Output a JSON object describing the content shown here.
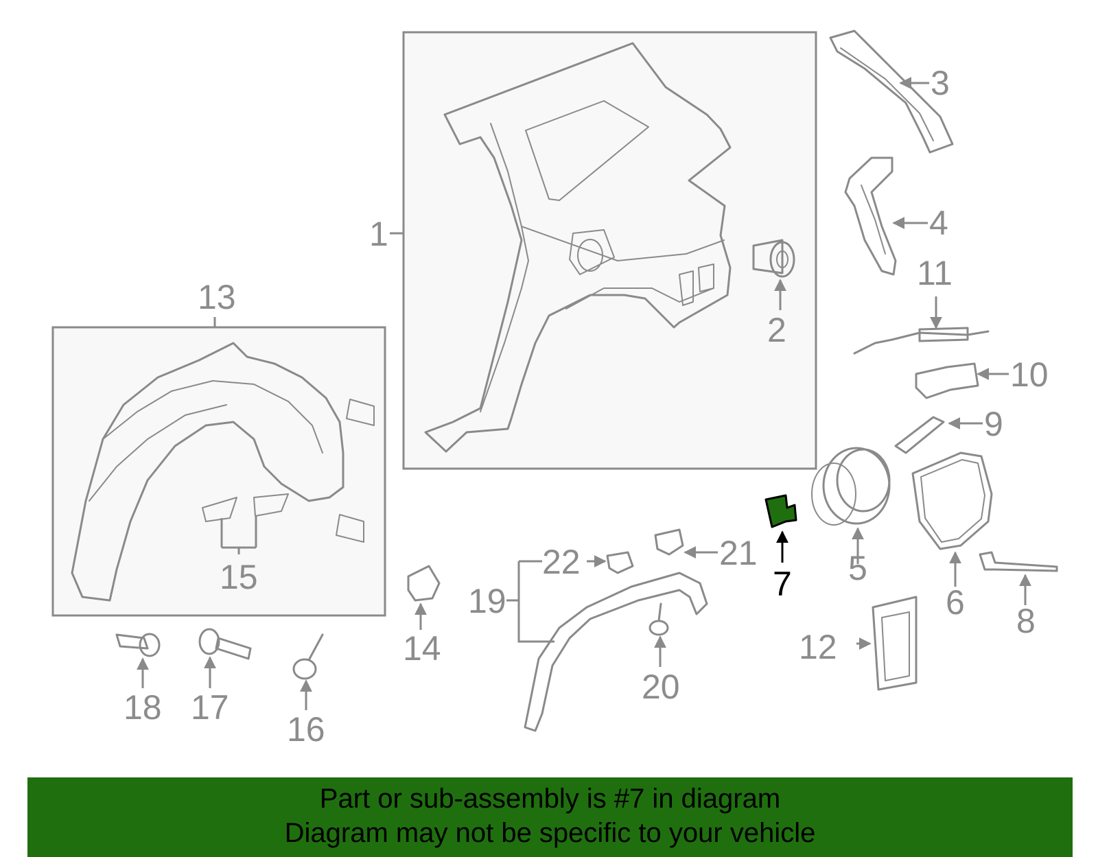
{
  "diagram": {
    "highlight_color": "#1f6f0f",
    "highlighted_part": "7",
    "callouts": [
      "1",
      "2",
      "3",
      "4",
      "5",
      "6",
      "7",
      "8",
      "9",
      "10",
      "11",
      "12",
      "13",
      "14",
      "15",
      "16",
      "17",
      "18",
      "19",
      "20",
      "21",
      "22"
    ]
  },
  "banner": {
    "line1": "Part or sub-assembly is #7 in diagram",
    "line2": "Diagram may not be specific to your vehicle"
  }
}
